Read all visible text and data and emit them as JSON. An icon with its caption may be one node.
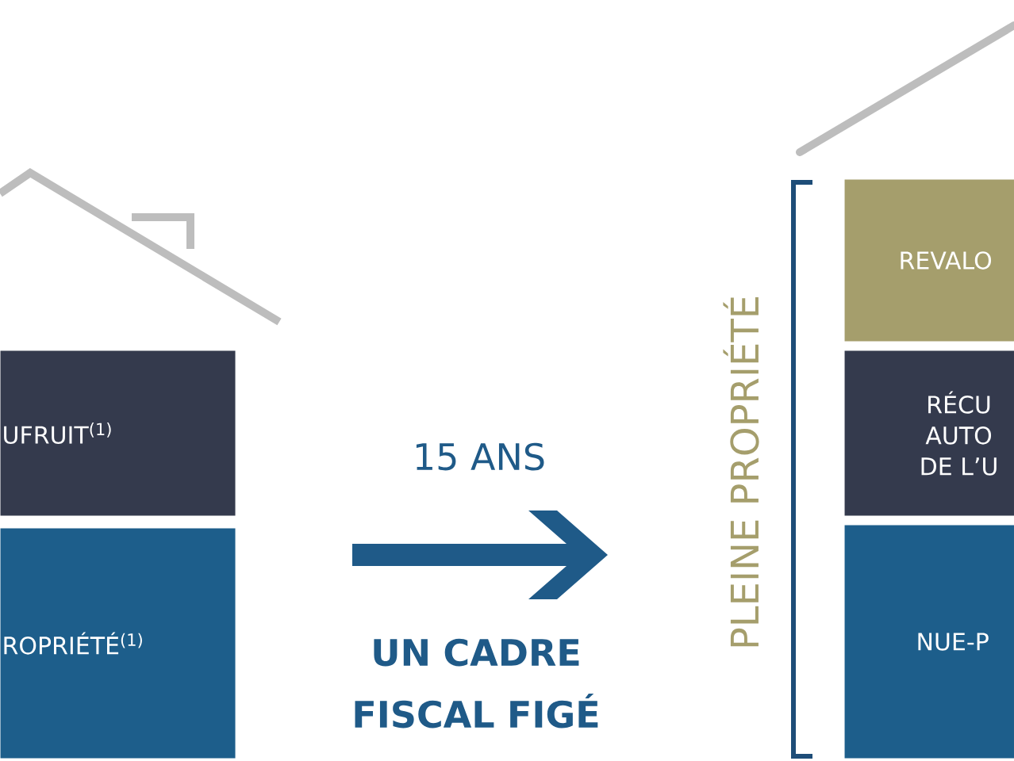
{
  "diagram": {
    "nodes": [
      {
        "text": [
          "UFRUIT$^{(1)}$"
        ]
      },
      {
        "text": [
          "ROPRIÉTÉ$^{(1)}$"
        ]
      },
      {
        "text": [
          "REVALO"
        ]
      },
      {
        "text": [
          "RÉCU AUTO DE L’U"
        ]
      },
      {
        "text": [
          "NUE-P"
        ]
      }
    ],
    "labels": [
      "15 ANS",
      "UN CADRE FISCAL FIGÉ",
      "PLEINE PROPRIÉTÉ"
    ]
  }
}
